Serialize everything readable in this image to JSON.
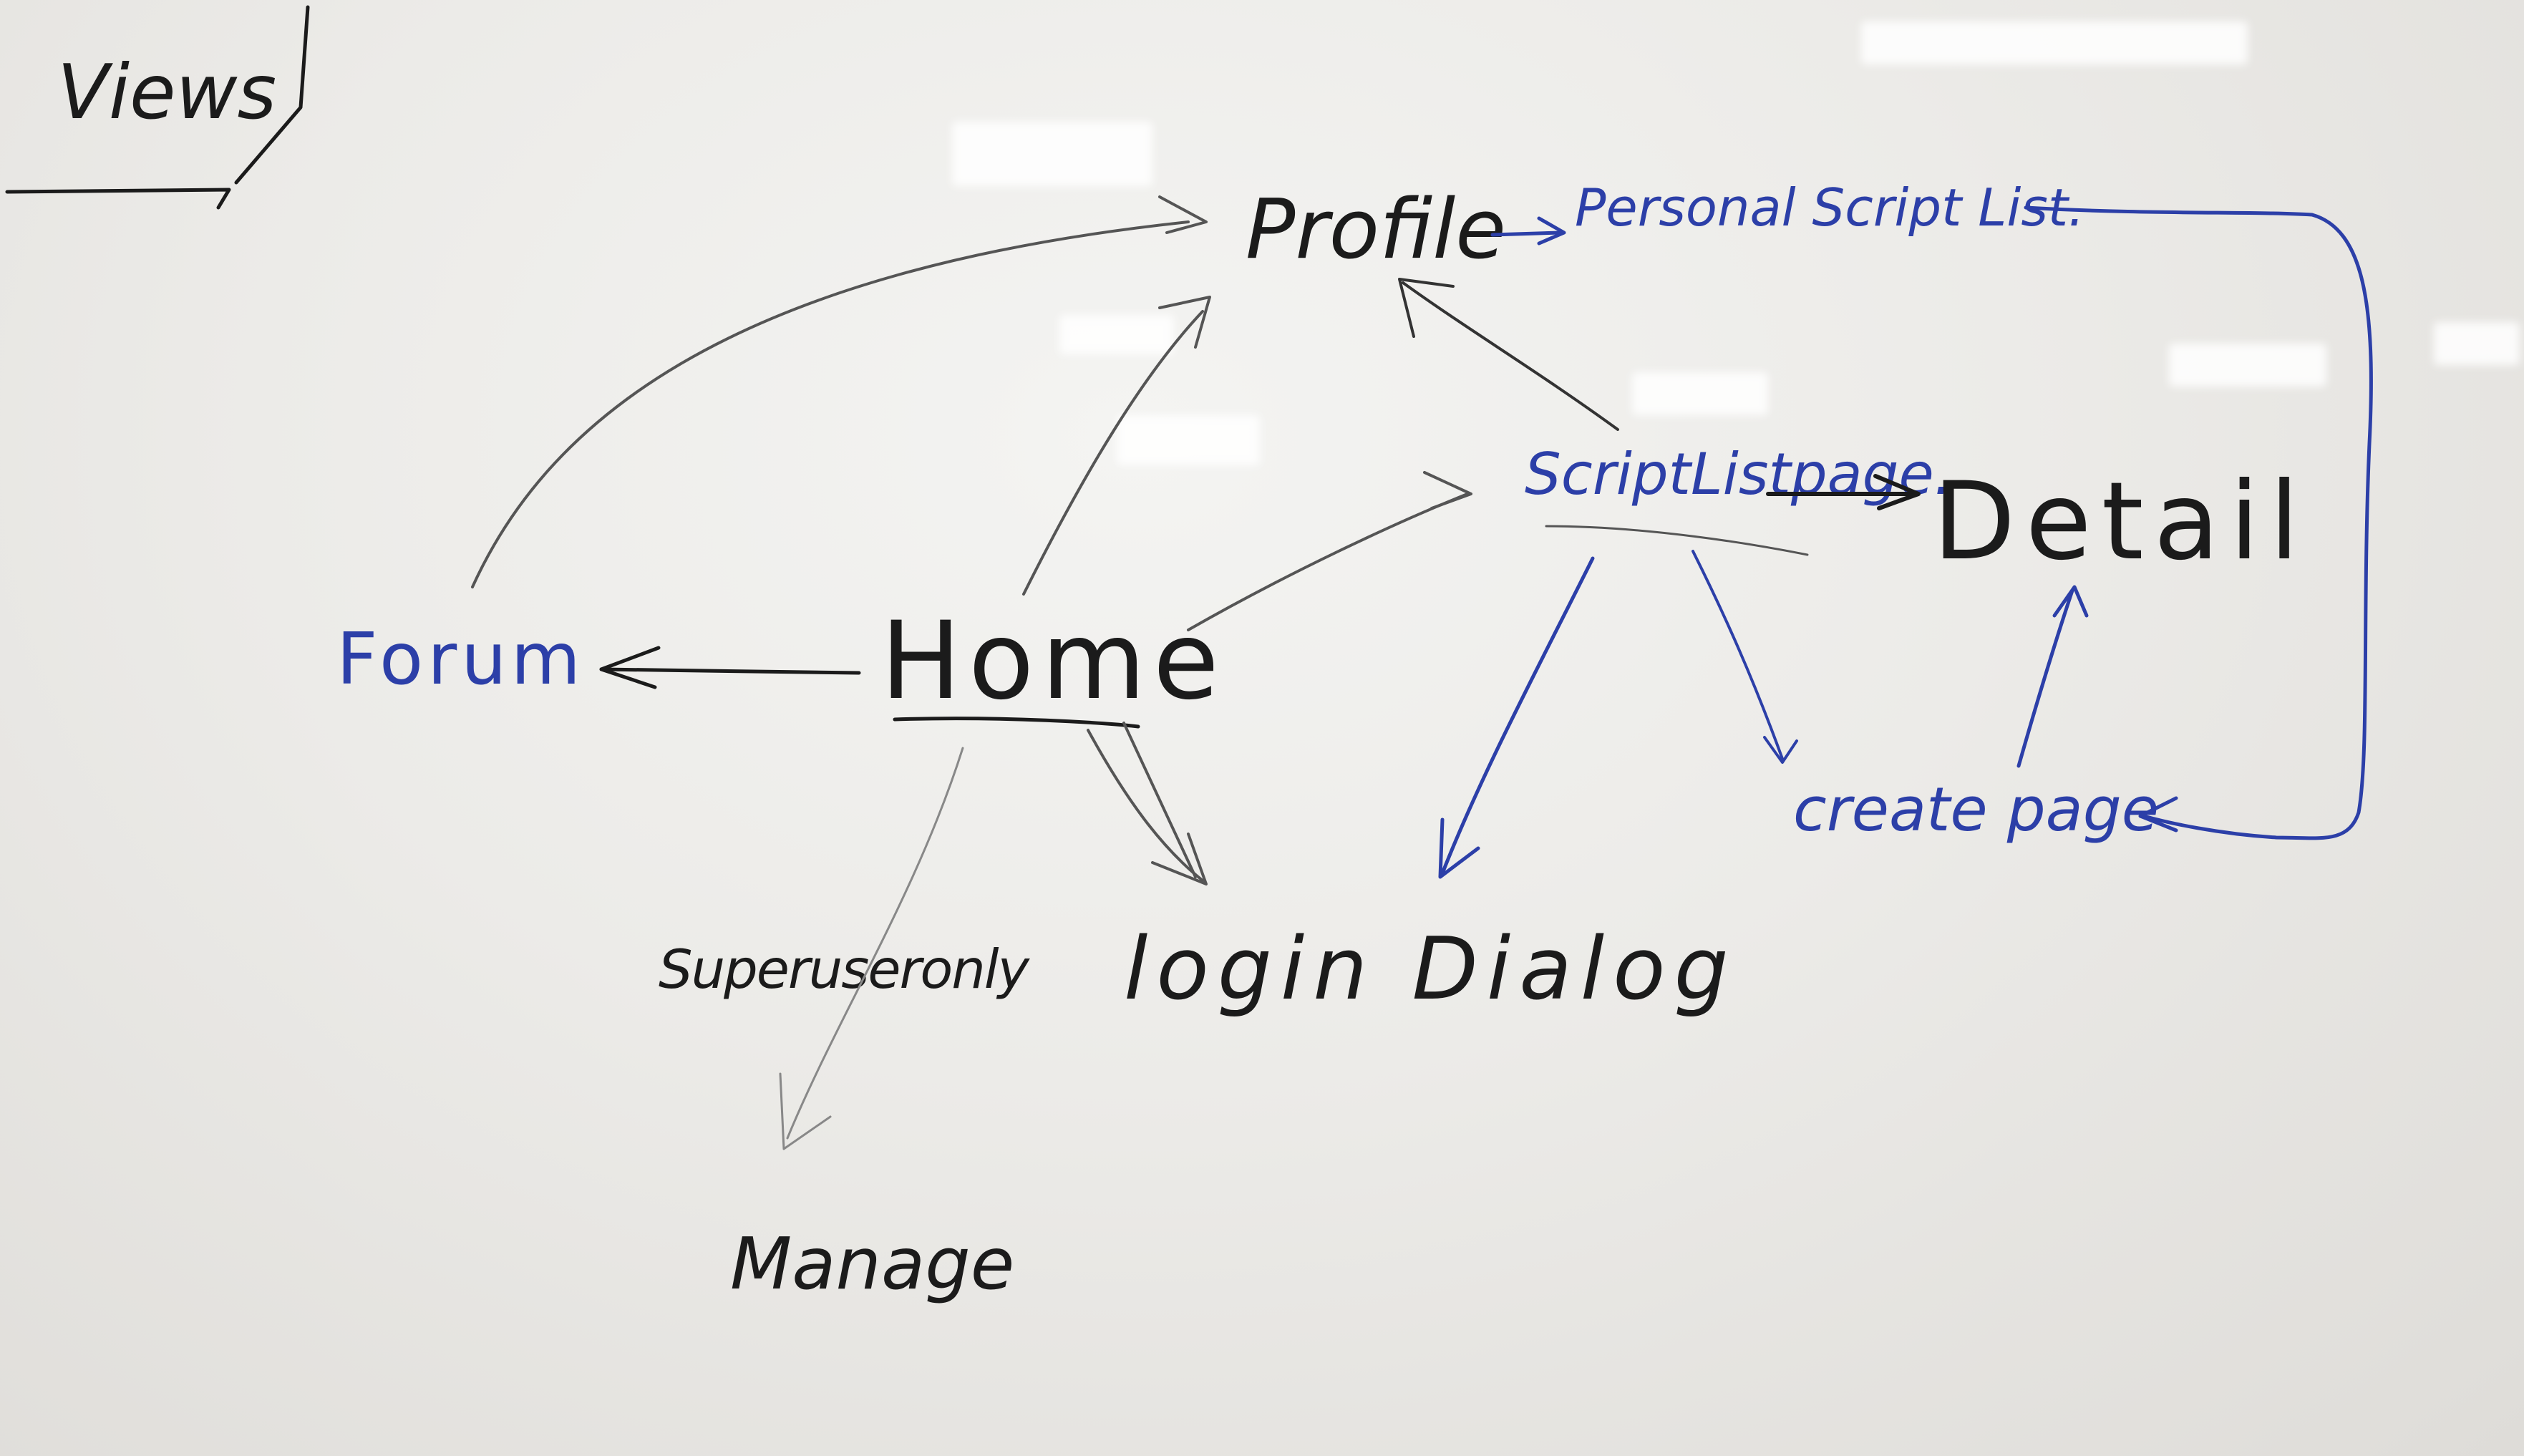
{
  "board": {
    "colors": {
      "black_marker": "#1b1b1b",
      "blue_marker": "#2c3fa8",
      "faded_marker": "#555555"
    }
  },
  "nodes": {
    "views": "Views",
    "profile": "Profile",
    "personal_script_list": "Personal Script List.",
    "script_list_page": "ScriptListpage.",
    "detail": "Detail",
    "forum": "Forum",
    "home": "Home",
    "superuser_only": "Superuseronly",
    "login_dialog": "login Dialog",
    "manage": "Manage",
    "create_page": "create page"
  }
}
